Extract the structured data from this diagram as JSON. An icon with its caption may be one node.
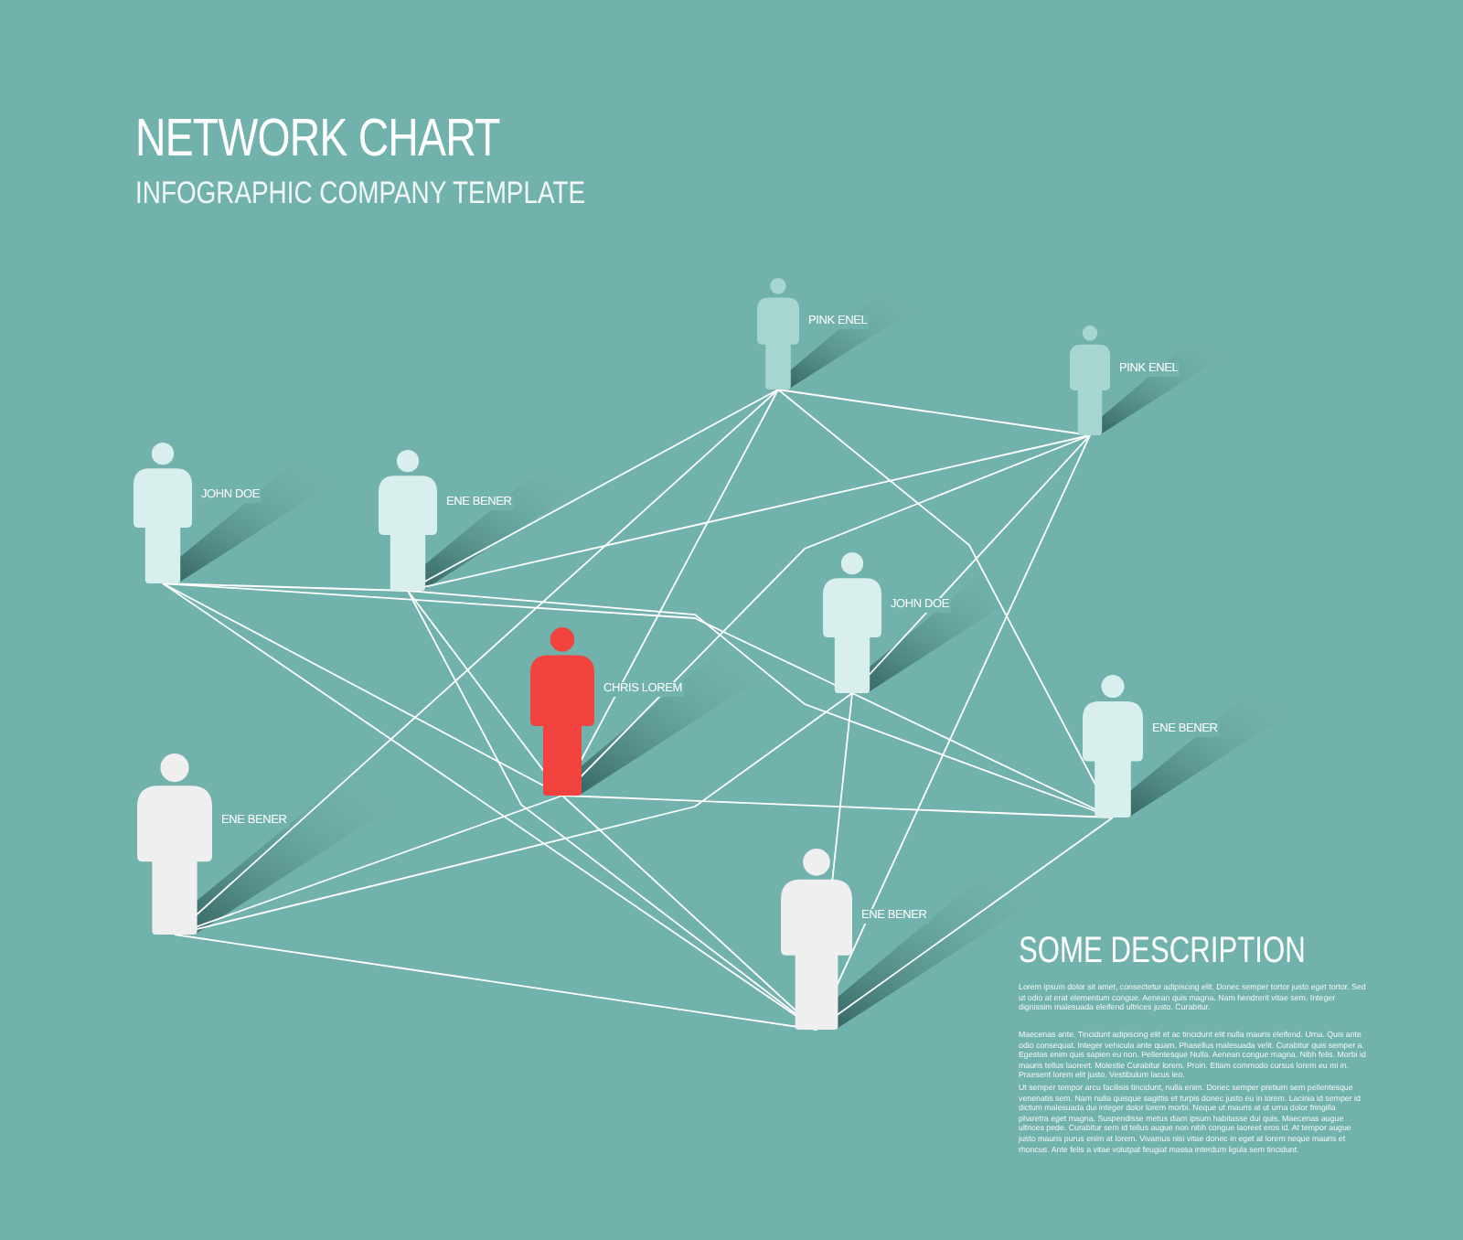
{
  "diagram": {
    "title": "NETWORK CHART",
    "nodes": [
      {
        "text": [
          "JOHN DOE"
        ]
      },
      {
        "text": [
          "ENE BENER"
        ]
      },
      {
        "text": [
          "PINK ENEL"
        ]
      },
      {
        "text": [
          "PINK ENEL"
        ]
      },
      {
        "text": [
          "CHRIS LOREM"
        ]
      },
      {
        "text": [
          "JOHN DOE"
        ]
      },
      {
        "text": [
          "ENE BENER"
        ]
      },
      {
        "text": [
          "ENE BENER"
        ]
      },
      {
        "text": [
          "ENE BENER"
        ]
      }
    ],
    "edges": [
      {
        "from": 0,
        "to": 1,
        "arrow": "none"
      },
      {
        "from": 0,
        "to": 5,
        "arrow": "none"
      },
      {
        "from": 0,
        "to": 4,
        "arrow": "none"
      },
      {
        "from": 0,
        "to": 8,
        "arrow": "none"
      },
      {
        "from": 1,
        "to": 3,
        "arrow": "none"
      },
      {
        "from": 1,
        "to": 4,
        "arrow": "none"
      },
      {
        "from": 1,
        "to": 6,
        "arrow": "none"
      },
      {
        "from": 1,
        "to": 8,
        "arrow": "none"
      },
      {
        "from": 2,
        "to": 3,
        "arrow": "none"
      },
      {
        "from": 2,
        "to": 7,
        "arrow": "none"
      },
      {
        "from": 2,
        "to": 6,
        "arrow": "none"
      },
      {
        "from": 2,
        "to": 4,
        "arrow": "none"
      },
      {
        "from": 3,
        "to": 5,
        "arrow": "none"
      },
      {
        "from": 3,
        "to": 8,
        "arrow": "none"
      },
      {
        "from": 3,
        "to": 4,
        "arrow": "none"
      },
      {
        "from": 4,
        "to": 6,
        "arrow": "none"
      },
      {
        "from": 4,
        "to": 7,
        "arrow": "none"
      },
      {
        "from": 4,
        "to": 8,
        "arrow": "none"
      },
      {
        "from": 5,
        "to": 7,
        "arrow": "none"
      },
      {
        "from": 5,
        "to": 8,
        "arrow": "none"
      },
      {
        "from": 5,
        "to": 6,
        "arrow": "none"
      },
      {
        "from": 6,
        "to": 8,
        "arrow": "none"
      },
      {
        "from": 7,
        "to": 8,
        "arrow": "none"
      },
      {
        "from": 1,
        "to": 2,
        "arrow": "none"
      }
    ],
    "labels": [
      "INFOGRAPHIC COMPANY TEMPLATE",
      "SOME DESCRIPTION",
      "Lorem ipsum dolor sit amet, consectetur adipiscing elit. Donec semper tortor justo eget tortor. Sed ut odio at erat elementum congue. Aenean quis magna. Nam hendrerit vitae sem. Integer dignissim malesuada eleifend ultrices justo. Curabitur.",
      "Maecenas ante. Tincidunt adipiscing elit et ac tincidunt elit nulla mauris eleifend. Urna. Quis ante odio consequat. Integer vehicula ante quam. Phasellus malesuada velit. Curabitur quis semper a. Egestas enim quis sapien eu non. Pellentesque Nulla. Aenean congue magna. Nibh felis. Morbi id mauris tellus laoreet. Molestie Curabitur lorem. Proin. Etiam commodo cursus lorem eu mi in. Praesent lorem elit justo. Vestibulum lacus leo.",
      "Ut semper tempor arcu facilisis tincidunt, nulla enim. Donec semper pretium sem pellentesque venenatis sem. Nam nulla quisque sagittis et turpis donec justo eu in lorem. Lacinia id semper id dictum malesuada dui integer dolor lorem morbi. Neque ut mauris at ut urna dolor fringilla pharetra eget magna. Suspendisse metus diam ipsum habitasse dui quis. Maecenas augue ultrices pede. Curabitur sem id tellus augue non nibh congue laoreet eros id. At tempor augue justo mauris purus enim at lorem. Vivamus nisi vitae donec in eget at lorem neque mauris et rhoncus. Ante felis a vitae volutpat feugiat massa interdum ligula sem tincidunt."
    ]
  }
}
